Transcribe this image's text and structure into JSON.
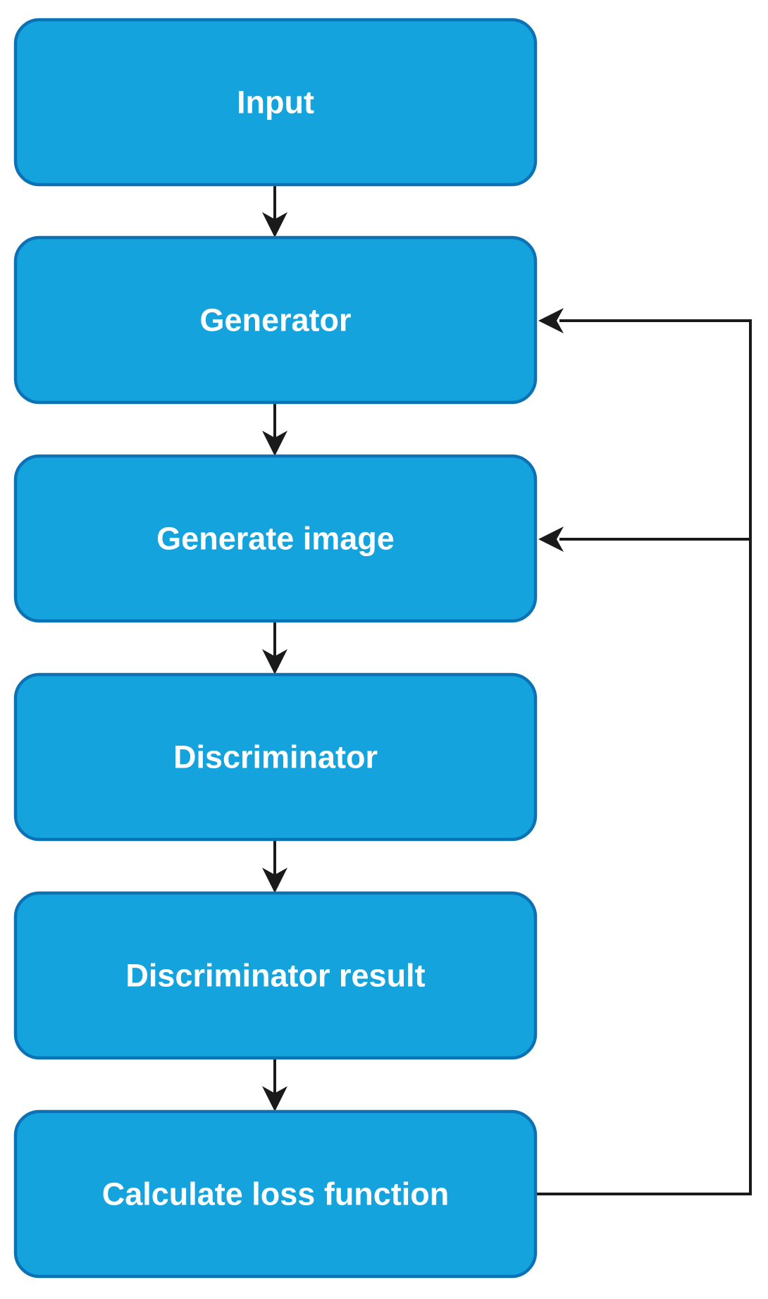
{
  "diagram": {
    "type": "flowchart",
    "description": "Vertical flowchart of a GAN-style training pipeline with feedback loop from loss calculation back to generator and generated image",
    "colors": {
      "node_fill": "#14a3dd",
      "node_border": "#0b72b5",
      "text_color": "#ffffff",
      "line_color": "#1a1a1a",
      "background": "#ffffff"
    },
    "nodes": [
      {
        "id": "input",
        "label": "Input"
      },
      {
        "id": "generator",
        "label": "Generator"
      },
      {
        "id": "generate-image",
        "label": "Generate image"
      },
      {
        "id": "discriminator",
        "label": "Discriminator"
      },
      {
        "id": "discriminator-result",
        "label": "Discriminator result"
      },
      {
        "id": "calculate-loss-function",
        "label": "Calculate loss function"
      }
    ],
    "edges": [
      {
        "from": "input",
        "to": "generator",
        "style": "arrow-down"
      },
      {
        "from": "generator",
        "to": "generate-image",
        "style": "arrow-down"
      },
      {
        "from": "generate-image",
        "to": "discriminator",
        "style": "arrow-down"
      },
      {
        "from": "discriminator",
        "to": "discriminator-result",
        "style": "arrow-down"
      },
      {
        "from": "discriminator-result",
        "to": "calculate-loss-function",
        "style": "arrow-down"
      },
      {
        "from": "calculate-loss-function",
        "to": "generator",
        "style": "feedback-right-loop"
      },
      {
        "from": "calculate-loss-function",
        "to": "generate-image",
        "style": "feedback-right-branch"
      }
    ]
  }
}
